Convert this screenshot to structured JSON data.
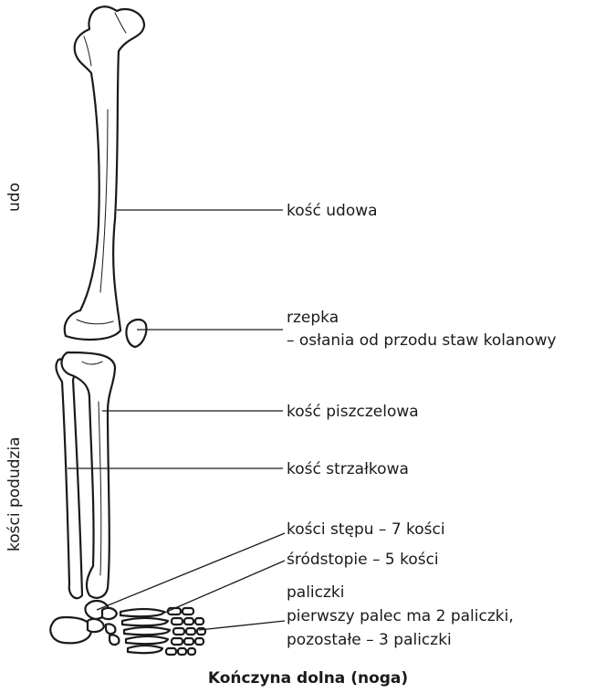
{
  "regions": {
    "thigh": "udo",
    "lower_leg": "kości podudzia"
  },
  "labels": {
    "femur": "kość udowa",
    "patella_title": "rzepka",
    "patella_desc": "– osłania od przodu staw kolanowy",
    "tibia": "kość piszczelowa",
    "fibula": "kość strzałkowa",
    "tarsals": "kości stępu – 7 kości",
    "metatarsals": "śródstopie – 5 kości",
    "phalanges_title": "paliczki",
    "phalanges_line1": "pierwszy palec ma 2 paliczki,",
    "phalanges_line2": "pozostałe – 3 paliczki"
  },
  "caption": "Kończyna dolna (noga)"
}
